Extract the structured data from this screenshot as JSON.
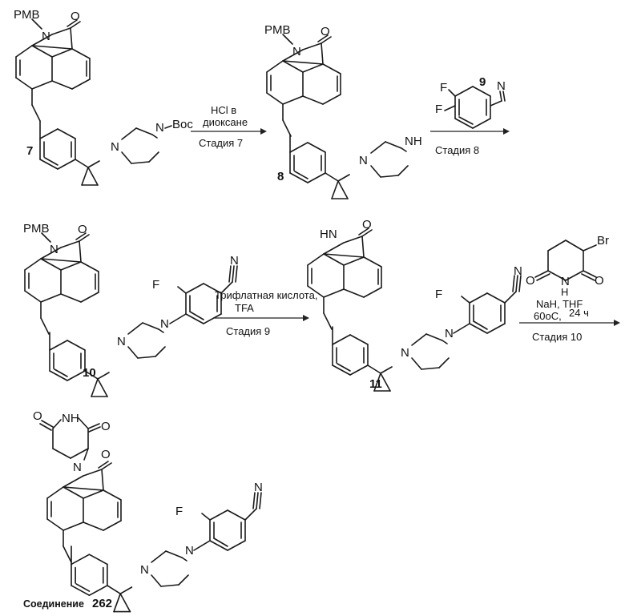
{
  "labels": {
    "pmb": "PMB",
    "boc": "Boc",
    "nh": "NH",
    "hn": "HN",
    "n": "N",
    "o": "O",
    "f": "F",
    "br": "Br",
    "h": "H"
  },
  "compounds": {
    "c7": "7",
    "c8": "8",
    "c9": "9",
    "c10": "10",
    "c11": "11",
    "final_name": "Соединение",
    "final_num": "262"
  },
  "steps": {
    "s7_line1": "HCl в",
    "s7_line2": "диоксане",
    "s7_label": "Стадия  7",
    "s8_label": "Стадия 8",
    "s9_line1": "Трифлатная кислота,",
    "s9_line2": "TFA",
    "s9_label": "Стадия 9",
    "s10_line1": "NaH, THF",
    "s10_line2": "60oC,",
    "s10_line2b": "24 ч",
    "s10_label": "Стадия 10"
  }
}
